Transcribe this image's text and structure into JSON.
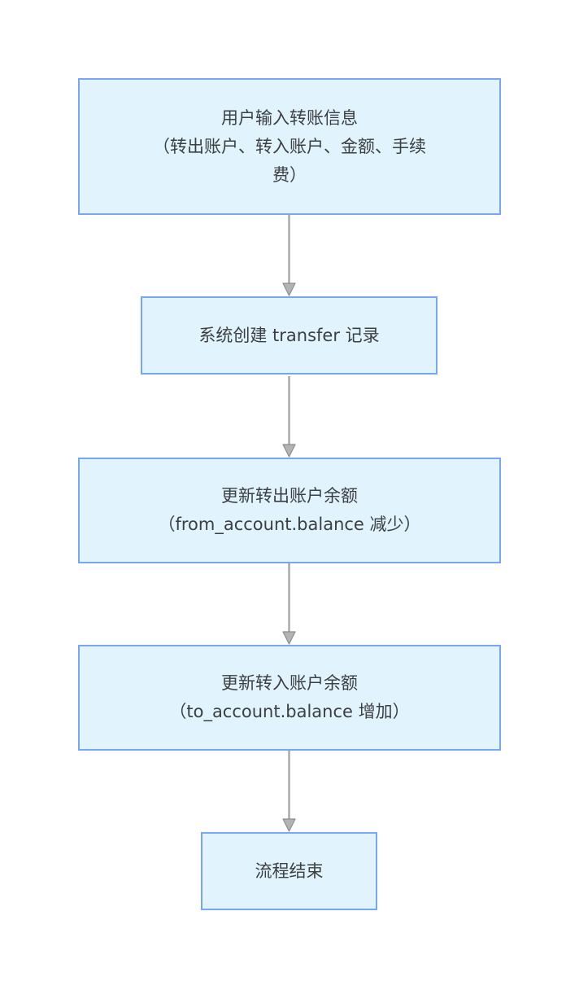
{
  "diagram": {
    "type": "flowchart",
    "direction": "top-down",
    "nodes": [
      {
        "id": "user-input",
        "lines": [
          "用户输入转账信息",
          "（转出账户、转入账户、金额、手续",
          "费）"
        ]
      },
      {
        "id": "create-transfer-record",
        "lines": [
          "系统创建 transfer 记录"
        ]
      },
      {
        "id": "update-from-account",
        "lines": [
          "更新转出账户余额",
          "（from_account.balance 减少）"
        ]
      },
      {
        "id": "update-to-account",
        "lines": [
          "更新转入账户余额",
          "（to_account.balance 增加）"
        ]
      },
      {
        "id": "end",
        "lines": [
          "流程结束"
        ]
      }
    ],
    "edges": [
      {
        "from": "user-input",
        "to": "create-transfer-record"
      },
      {
        "from": "create-transfer-record",
        "to": "update-from-account"
      },
      {
        "from": "update-from-account",
        "to": "update-to-account"
      },
      {
        "from": "update-to-account",
        "to": "end"
      }
    ]
  },
  "colors": {
    "canvas_bg": "#ffffff",
    "node_fill": "#e1f3fd",
    "node_border": "#76a7f5",
    "node_text": "#3c3f41",
    "arrow_line": "#aaaaaa",
    "arrowhead_fill": "#b3b3b3",
    "arrowhead_stroke": "#8e8e8e"
  }
}
